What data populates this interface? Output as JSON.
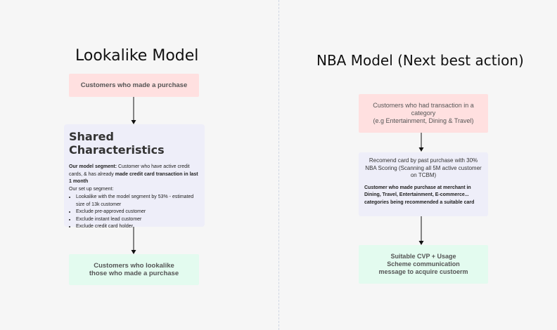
{
  "left": {
    "title": "Lookalike Model",
    "box1": "Customers who made a purchase",
    "shared": {
      "heading": "Shared Characteristics",
      "segment_label": "Our model segment:",
      "segment_text_1": " Customer who have active credit cards, & has already ",
      "segment_bold": "made credit card transaction in last 1 month",
      "setup_label": "Our set up segment:",
      "items": [
        "Lookalike with the model segment by 53% - estimated size of 13k customer",
        "Exclude pre-approved customer",
        "Exclude instant lead customer",
        "Exclude credit card holder"
      ]
    },
    "box3_line1": "Customers who lookalike",
    "box3_line2": "those who made a purchase"
  },
  "right": {
    "title": "NBA Model (Next best action)",
    "box1_line1": "Customers who had transaction in a",
    "box1_line2": "category",
    "box1_line3": "(e.g Entertainment, Dining & Travel)",
    "box2_lead": "Recomend card by past purchase with 30% NBA Scoring (Scanning all 5M active customer on TCBM)",
    "box2_bold": "Customer who made purchase at merchant in Dining, Travel, Entertainment, E-commerce... categories being recommended a suitable card",
    "box3_line1": "Suitable CVP + Usage",
    "box3_line2": "Scheme communication",
    "box3_line3": "message to acquire custoerm"
  }
}
